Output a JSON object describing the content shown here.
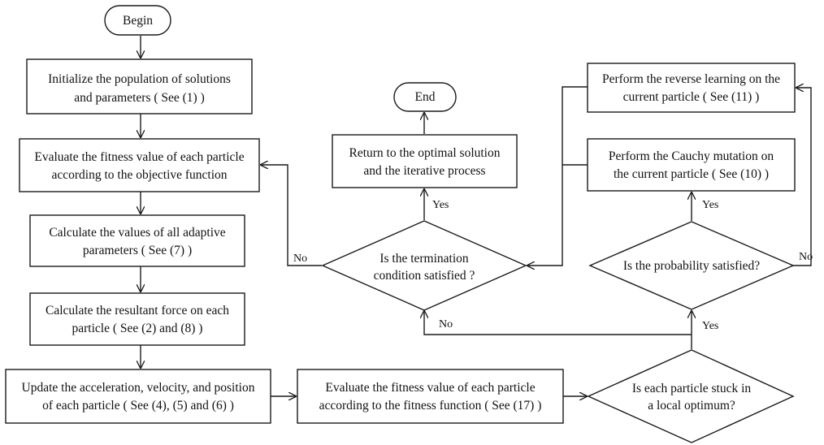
{
  "flowchart": {
    "begin": "Begin",
    "end": "End",
    "init": [
      "Initialize the population of solutions",
      "and parameters ( See (1) )"
    ],
    "evaluate_objective": [
      "Evaluate the fitness value of each particle",
      "according to the objective function"
    ],
    "calc_adaptive": [
      "Calculate the values of all adaptive",
      "parameters ( See (7) )"
    ],
    "calc_force": [
      "Calculate the resultant force on each",
      "particle ( See (2) and (8) )"
    ],
    "update": [
      "Update the acceleration, velocity, and position",
      "of each particle ( See (4), (5) and (6) )"
    ],
    "evaluate_fitness": [
      "Evaluate the fitness value of each particle",
      "according to the fitness function ( See (17) )"
    ],
    "stuck_decision": [
      "Is each particle stuck in",
      "a local optimum?"
    ],
    "probability_decision": [
      "Is the probability satisfied?"
    ],
    "cauchy": [
      "Perform the Cauchy mutation on",
      "the current particle ( See (10) )"
    ],
    "reverse": [
      "Perform the reverse learning on the",
      "current particle ( See (11) )"
    ],
    "termination_decision": [
      "Is the termination",
      "condition satisfied ?"
    ],
    "return_optimal": [
      "Return to the optimal solution",
      "and the iterative process"
    ]
  },
  "edge_labels": {
    "yes": "Yes",
    "no": "No"
  }
}
